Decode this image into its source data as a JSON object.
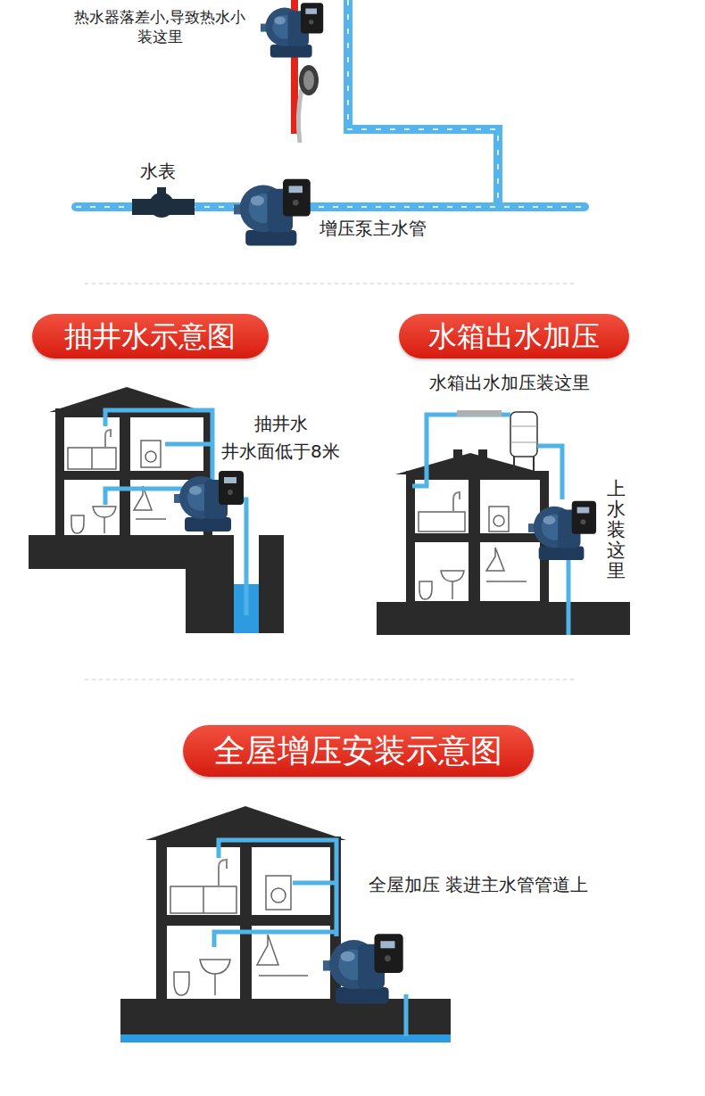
{
  "diagram": {
    "nodes": [
      {
        "text": [
          "抽井水示意图"
        ]
      },
      {
        "text": [
          "水箱出水加压"
        ]
      },
      {
        "text": [
          "全屋增压安装示意图"
        ]
      }
    ],
    "labels": [
      "热水器落差小,导致热水小 装这里",
      "水表",
      "增压泵主水管",
      "抽井水",
      "井水面低于8米",
      "水箱出水加压装这里",
      "上水装这里",
      "全屋加压 装进主水管管道上"
    ]
  }
}
